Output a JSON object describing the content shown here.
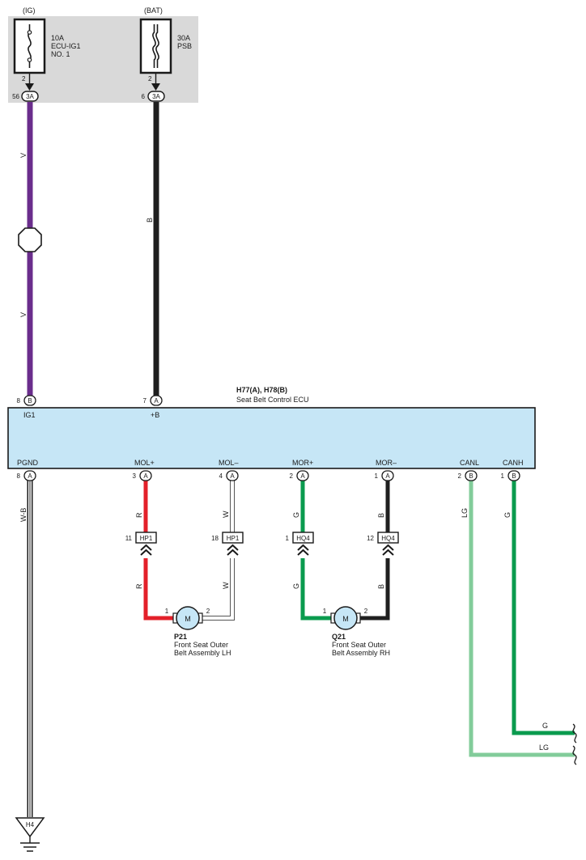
{
  "fuse_box": {
    "fuses": [
      {
        "source": "(IG)",
        "rating": "10A",
        "name_line1": "ECU-IG1",
        "name_line2": "NO. 1",
        "pin_top": "2",
        "conn_pin": "56",
        "conn": "3A"
      },
      {
        "source": "(BAT)",
        "rating": "30A",
        "name_line1": "PSB",
        "name_line2": "",
        "pin_top": "2",
        "conn_pin": "6",
        "conn": "3A"
      }
    ]
  },
  "wires": {
    "ig_feed": {
      "color_code": "V",
      "color": "#6a2d8c"
    },
    "bat_feed": {
      "color_code": "B",
      "color": "#1f1f1f"
    },
    "ground": {
      "color_code": "W-B"
    },
    "mol_plus": {
      "color_code": "R",
      "color": "#e3202a"
    },
    "mol_minus": {
      "color_code": "W",
      "color": "#ffffff"
    },
    "mor_plus": {
      "color_code": "G",
      "color": "#0a9b4e"
    },
    "mor_minus": {
      "color_code": "B",
      "color": "#1f1f1f"
    },
    "canl": {
      "color_code": "LG",
      "color": "#82cc9a"
    },
    "canh": {
      "color_code": "G",
      "color": "#0a9b4e"
    }
  },
  "ecu": {
    "title": "H77(A), H78(B)",
    "subtitle": "Seat Belt Control ECU",
    "fill": "#c6e6f6",
    "top_pins": [
      {
        "num": "8",
        "conn": "B",
        "label": "IG1"
      },
      {
        "num": "7",
        "conn": "A",
        "label": "+B"
      }
    ],
    "bottom_pins": [
      {
        "num": "8",
        "conn": "A",
        "label": "PGND"
      },
      {
        "num": "3",
        "conn": "A",
        "label": "MOL+"
      },
      {
        "num": "4",
        "conn": "A",
        "label": "MOL–"
      },
      {
        "num": "2",
        "conn": "A",
        "label": "MOR+"
      },
      {
        "num": "1",
        "conn": "A",
        "label": "MOR–"
      },
      {
        "num": "2",
        "conn": "B",
        "label": "CANL"
      },
      {
        "num": "1",
        "conn": "B",
        "label": "CANH"
      }
    ]
  },
  "connectors": [
    {
      "num": "11",
      "name": "HP1"
    },
    {
      "num": "18",
      "name": "HP1"
    },
    {
      "num": "1",
      "name": "HQ4"
    },
    {
      "num": "12",
      "name": "HQ4"
    }
  ],
  "motors": [
    {
      "symbol": "M",
      "pin1": "1",
      "pin2": "2",
      "id": "P21",
      "line1": "Front Seat Outer",
      "line2": "Belt Assembly LH"
    },
    {
      "symbol": "M",
      "pin1": "1",
      "pin2": "2",
      "id": "Q21",
      "line1": "Front Seat Outer",
      "line2": "Belt Assembly RH"
    }
  ],
  "ground_point": "H4"
}
